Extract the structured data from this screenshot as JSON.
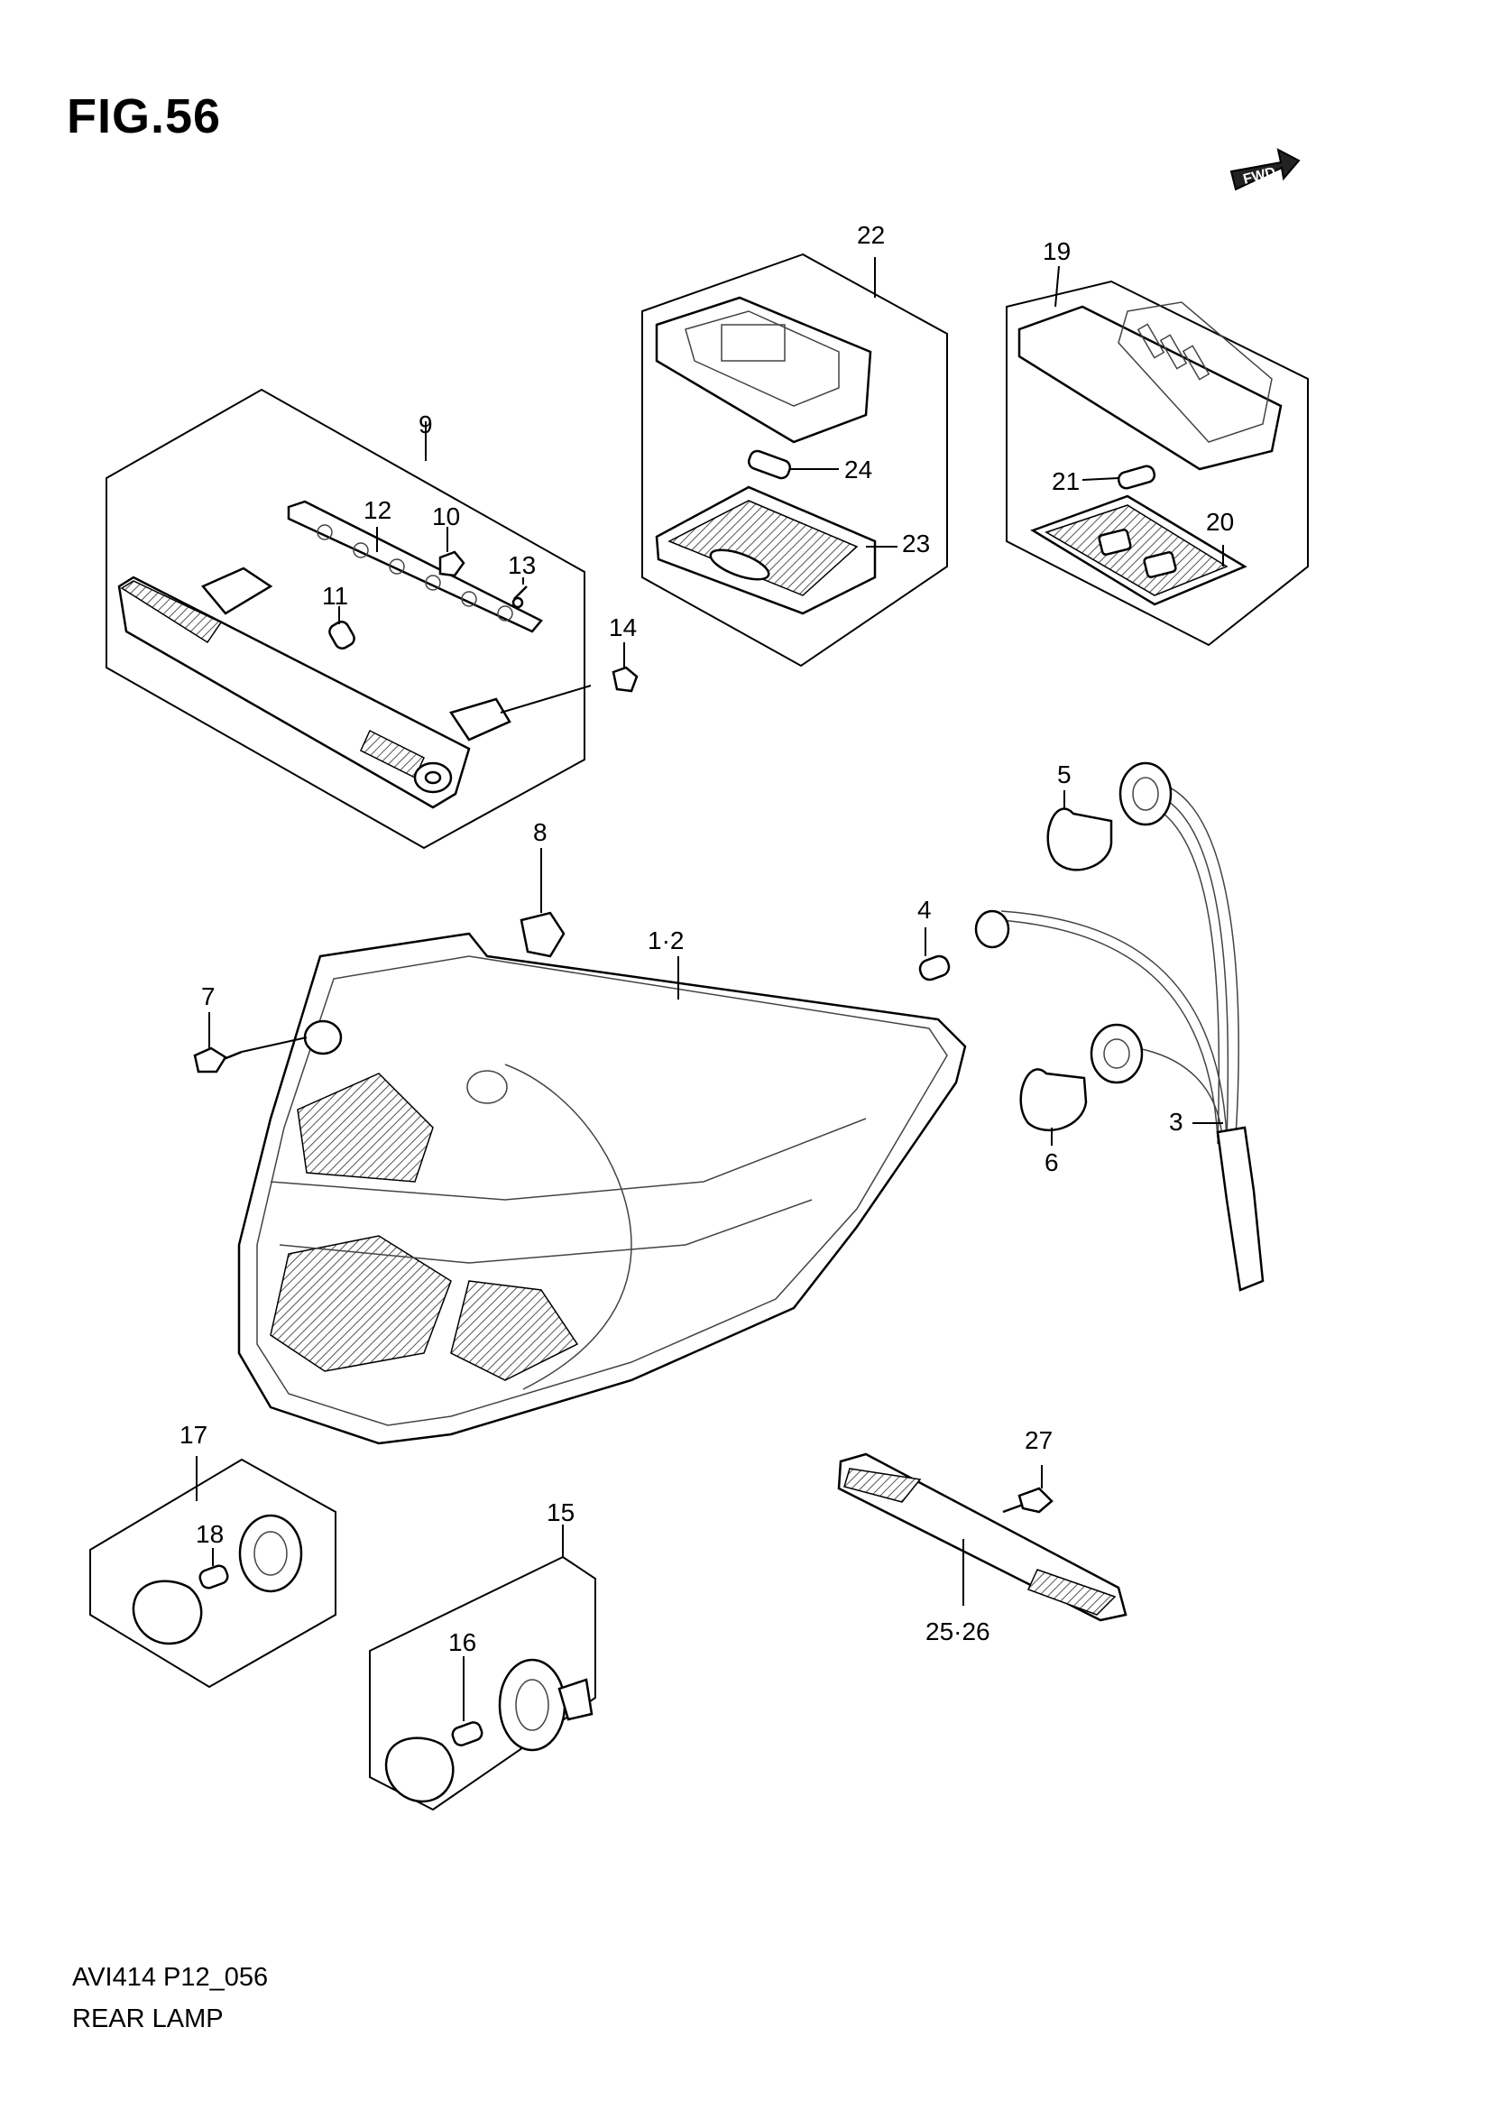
{
  "figure_title": "FIG.56",
  "fwd_label": "FWD",
  "footer": {
    "code": "AVI414 P12_056",
    "name": "REAR LAMP"
  },
  "callouts": {
    "p1_2": "1·2",
    "p3": "3",
    "p4": "4",
    "p5": "5",
    "p6": "6",
    "p7": "7",
    "p8": "8",
    "p9": "9",
    "p10": "10",
    "p11": "11",
    "p12": "12",
    "p13": "13",
    "p14": "14",
    "p15": "15",
    "p16": "16",
    "p17": "17",
    "p18": "18",
    "p19": "19",
    "p20": "20",
    "p21": "21",
    "p22": "22",
    "p23": "23",
    "p24": "24",
    "p25_26": "25·26",
    "p27": "27"
  }
}
